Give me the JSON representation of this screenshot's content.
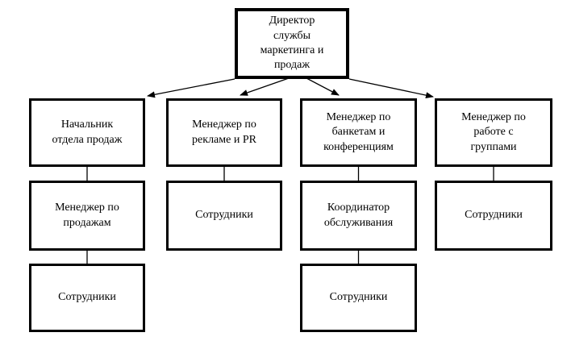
{
  "diagram": {
    "type": "org-chart",
    "background_color": "#ffffff",
    "box_border_color": "#000000",
    "line_color": "#000000",
    "nodes": {
      "director": {
        "label": "Директор\nслужбы\nмаркетинга и\nпродаж"
      },
      "sales_head": {
        "label": "Начальник\nотдела продаж"
      },
      "ad_pr_manager": {
        "label": "Менеджер по\nрекламе и PR"
      },
      "banquet_manager": {
        "label": "Менеджер по\nбанкетам и\nконференциям"
      },
      "groups_manager": {
        "label": "Менеджер по\nработе с\nгруппами"
      },
      "sales_manager": {
        "label": "Менеджер по\nпродажам"
      },
      "ad_pr_staff": {
        "label": "Сотрудники"
      },
      "service_coordinator": {
        "label": "Координатор\nобслуживания"
      },
      "groups_staff": {
        "label": "Сотрудники"
      },
      "sales_staff": {
        "label": "Сотрудники"
      },
      "service_staff": {
        "label": "Сотрудники"
      }
    },
    "edges": [
      {
        "from": "director",
        "to": "sales_head",
        "arrow": true
      },
      {
        "from": "director",
        "to": "ad_pr_manager",
        "arrow": true
      },
      {
        "from": "director",
        "to": "banquet_manager",
        "arrow": true
      },
      {
        "from": "director",
        "to": "groups_manager",
        "arrow": true
      },
      {
        "from": "sales_head",
        "to": "sales_manager",
        "arrow": false
      },
      {
        "from": "sales_manager",
        "to": "sales_staff",
        "arrow": false
      },
      {
        "from": "ad_pr_manager",
        "to": "ad_pr_staff",
        "arrow": false
      },
      {
        "from": "banquet_manager",
        "to": "service_coordinator",
        "arrow": false
      },
      {
        "from": "service_coordinator",
        "to": "service_staff",
        "arrow": false
      },
      {
        "from": "groups_manager",
        "to": "groups_staff",
        "arrow": false
      }
    ]
  }
}
